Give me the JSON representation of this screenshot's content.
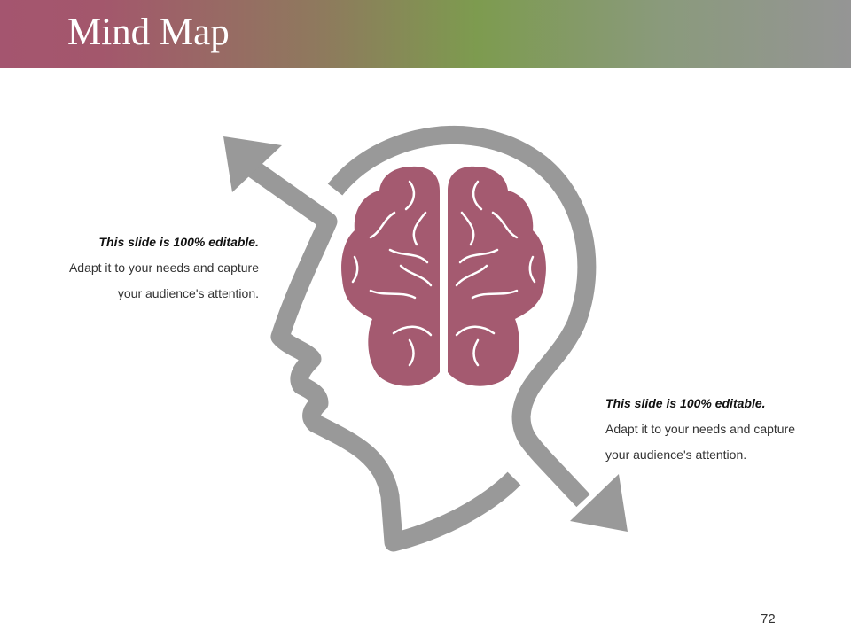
{
  "slide": {
    "title": "Mind Map",
    "page_number": "72"
  },
  "callouts": [
    {
      "heading": "This slide is 100% editable.",
      "line1": "Adapt it to your needs and capture",
      "line2": "your audience's attention."
    },
    {
      "heading": "This slide is 100% editable.",
      "line1": "Adapt it to your needs and capture",
      "line2": "your audience's attention."
    }
  ],
  "colors": {
    "header_start": "#a4556f",
    "header_mid": "#7d9b4f",
    "header_end": "#959595",
    "head_outline": "#999999",
    "brain": "#a45a70"
  },
  "icons": [
    "head-profile-icon",
    "brain-icon",
    "arrow-up-left-icon",
    "arrow-down-right-icon"
  ]
}
